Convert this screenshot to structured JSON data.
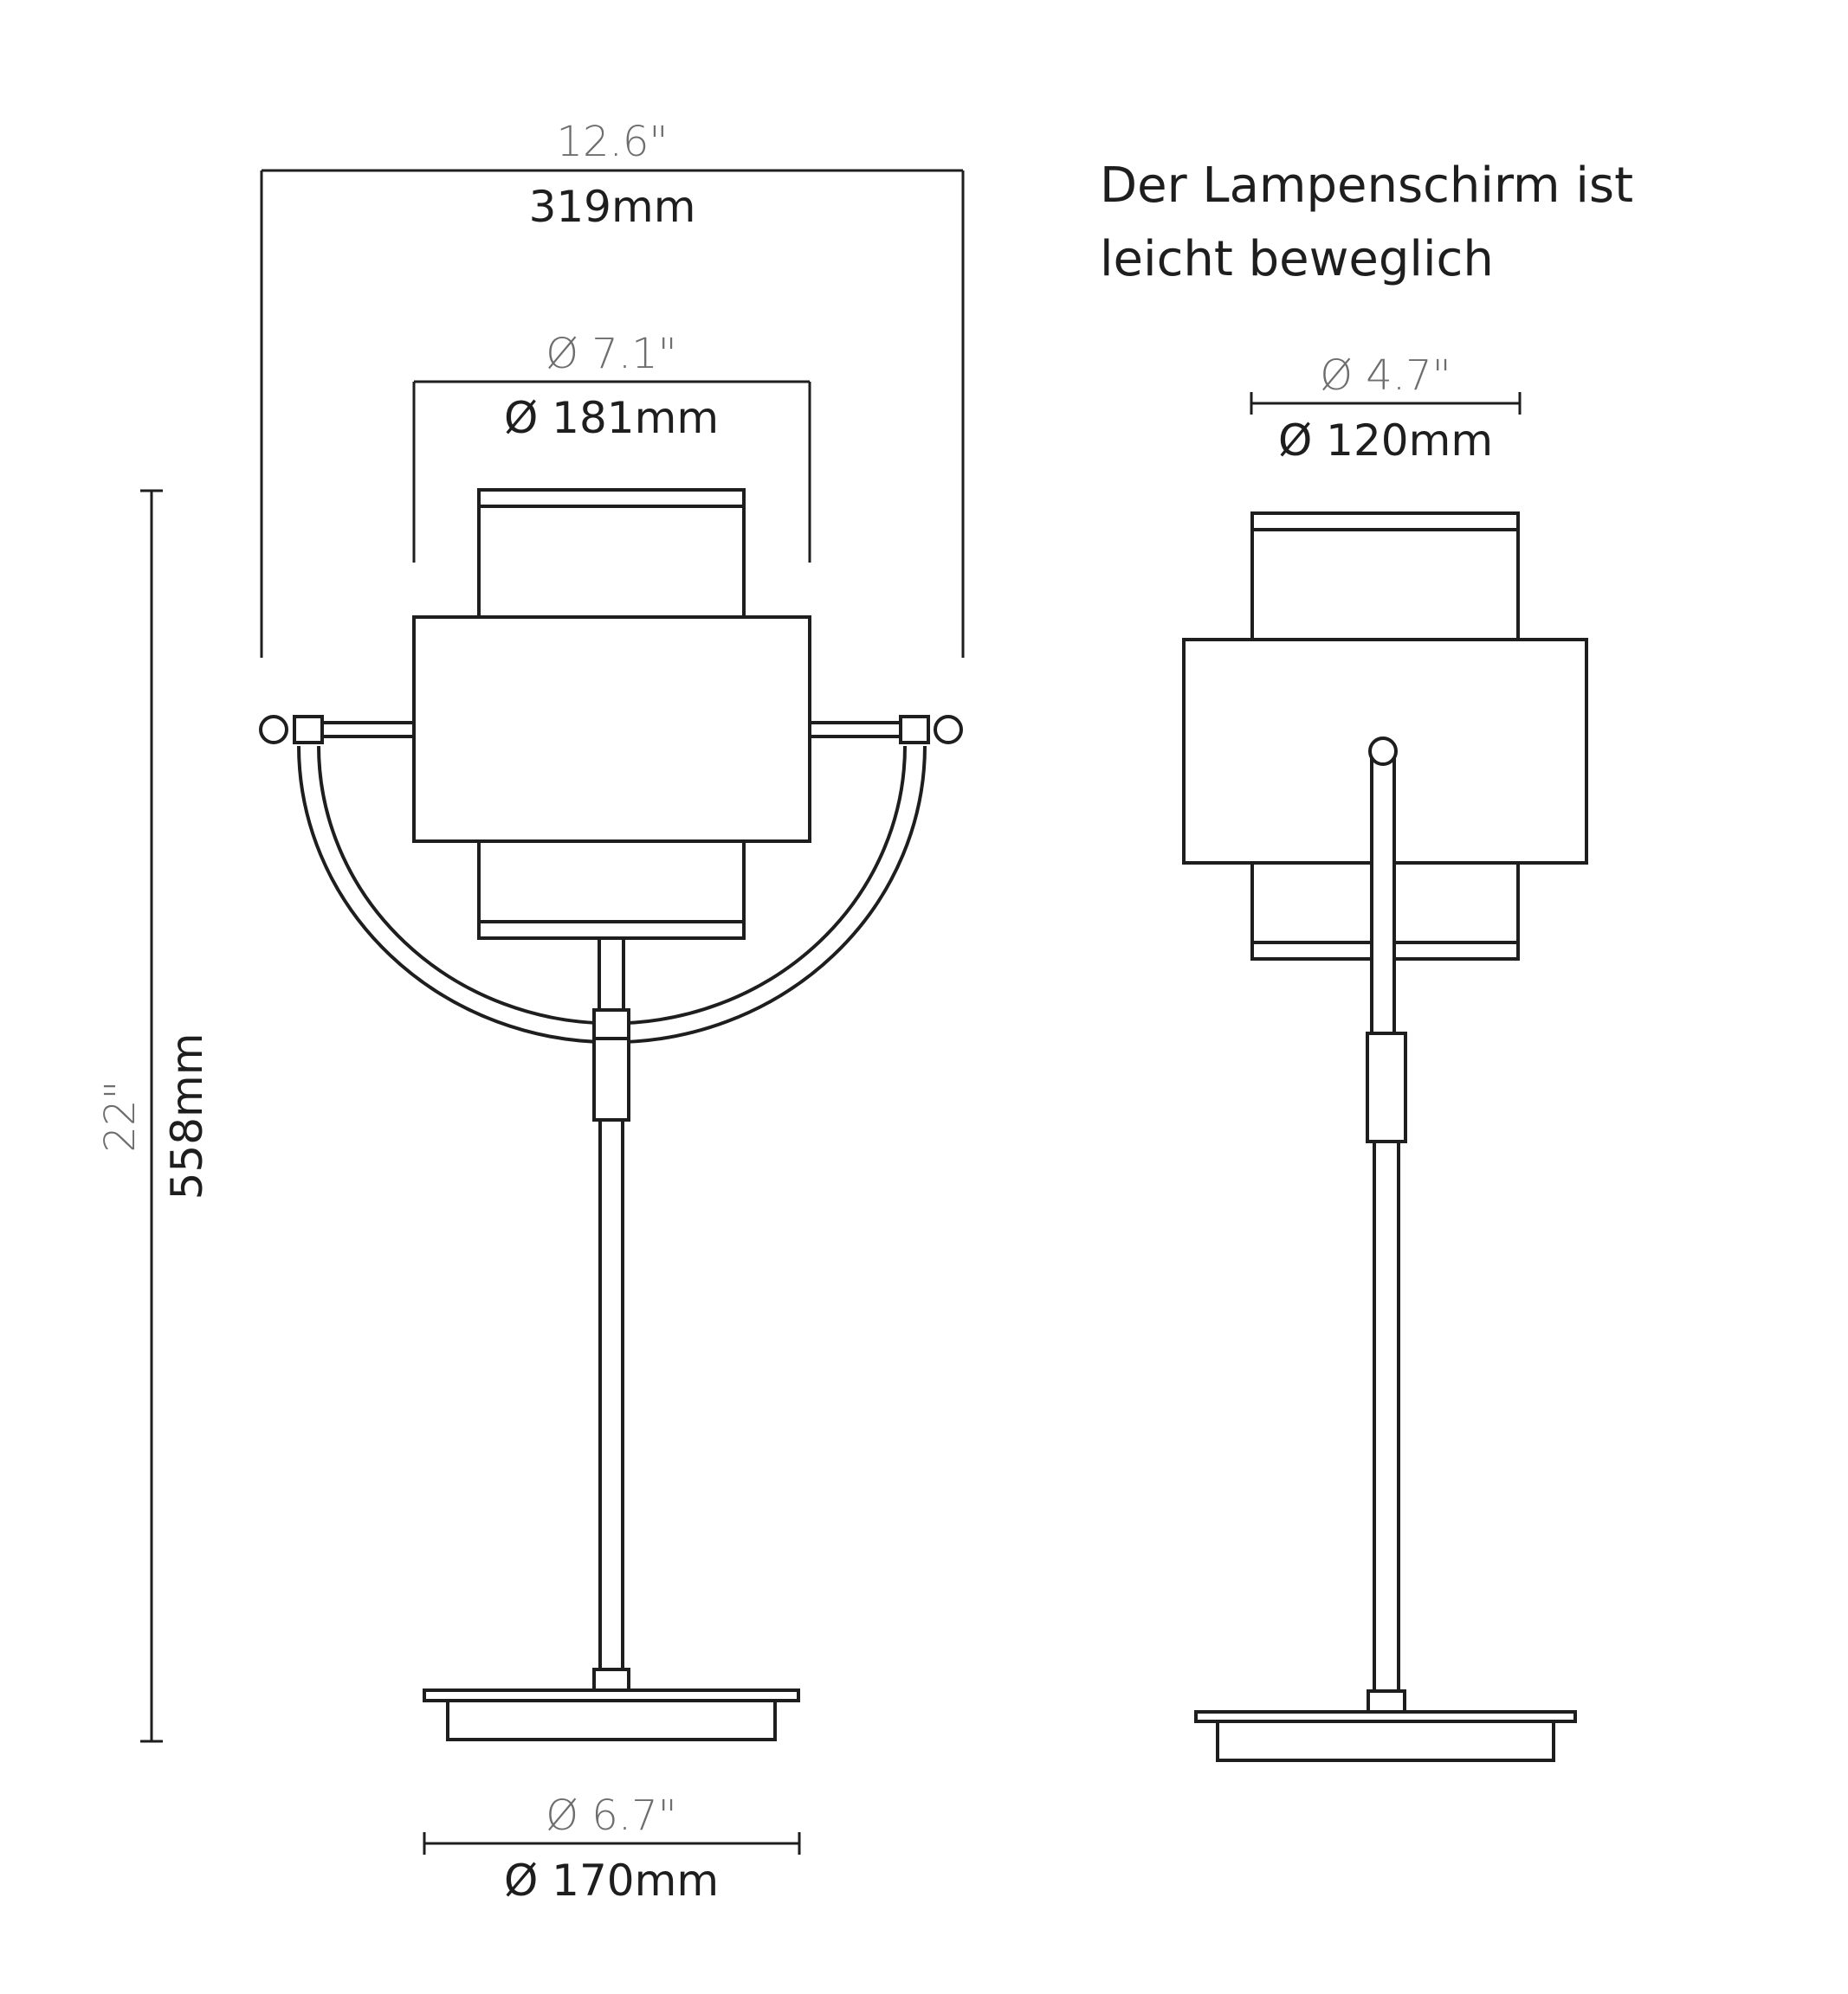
{
  "note": {
    "line1": "Der Lampenschirm ist",
    "line2": "leicht beweglich"
  },
  "front_view": {
    "overall_width": {
      "inch": "12.6\"",
      "mm": "319mm"
    },
    "shade_diameter": {
      "inch": "Ø 7.1\"",
      "mm": "Ø 181mm"
    },
    "height": {
      "inch": "22\"",
      "mm": "558mm"
    },
    "base_diameter": {
      "inch": "Ø 6.7\"",
      "mm": "Ø 170mm"
    }
  },
  "side_view": {
    "shade_diameter": {
      "inch": "Ø 4.7\"",
      "mm": "Ø 120mm"
    }
  },
  "colors": {
    "line": "#1e1e1e",
    "inch_text": "#6e6e6e"
  }
}
